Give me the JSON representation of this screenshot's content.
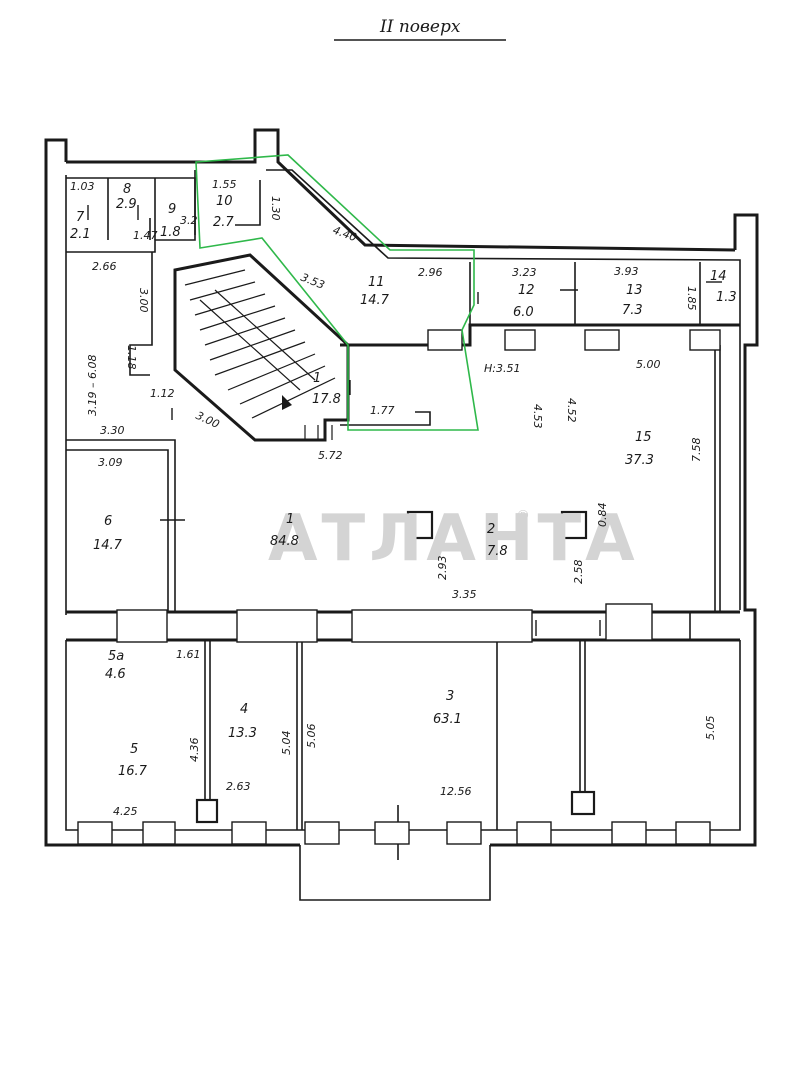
{
  "floor_title": "II поверх",
  "watermark": "АТЛАНТА",
  "watermark_reg": "®",
  "highlight_color": "#2fb84a",
  "rooms": [
    {
      "number": "1",
      "area": "17.8"
    },
    {
      "number": "1",
      "area": "84.8"
    },
    {
      "number": "2",
      "area": "7.8"
    },
    {
      "number": "3",
      "area": "63.1"
    },
    {
      "number": "4",
      "area": "13.3"
    },
    {
      "number": "5",
      "area": "16.7"
    },
    {
      "number": "5а",
      "area": "4.6"
    },
    {
      "number": "6",
      "area": "14.7"
    },
    {
      "number": "7",
      "area": "2.1"
    },
    {
      "number": "8",
      "area": "2.9"
    },
    {
      "number": "9",
      "area": "1.8"
    },
    {
      "number": "10",
      "area": "2.7"
    },
    {
      "number": "11",
      "area": "14.7"
    },
    {
      "number": "12",
      "area": "6.0"
    },
    {
      "number": "13",
      "area": "7.3"
    },
    {
      "number": "14",
      "area": "1.3"
    },
    {
      "number": "15",
      "area": "37.3"
    }
  ],
  "dimensions": [
    "1.03",
    "1.55",
    "1.30",
    "4.40",
    "3.53",
    "2.96",
    "3.23",
    "3.93",
    "1.85",
    "2.66",
    "1.47",
    "3.2",
    "3.00",
    "3.19 – 6.08",
    "1.18",
    "1.12",
    "3.30",
    "3.00",
    "3.09",
    "5.72",
    "1.77",
    "H:3.51",
    "5.00",
    "4.53",
    "4.52",
    "7.58",
    "0.84",
    "2.93",
    "3.35",
    "2.58",
    "1.61",
    "4.36",
    "5.04",
    "5.06",
    "5.05",
    "2.63",
    "12.56",
    "4.25"
  ]
}
